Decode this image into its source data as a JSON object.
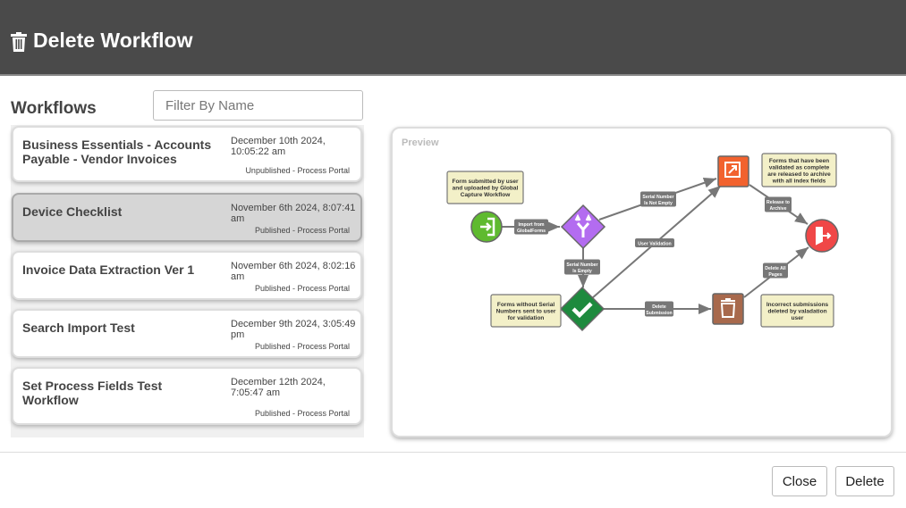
{
  "header": {
    "title": "Delete Workflow",
    "icon": "trash-icon"
  },
  "workflows": {
    "label": "Workflows",
    "filter_placeholder": "Filter By Name",
    "items": [
      {
        "name": "Business Essentials - Accounts Payable - Vendor Invoices",
        "date": "December 10th 2024, 10:05:22 am",
        "status": "Unpublished - Process Portal",
        "selected": false
      },
      {
        "name": "Device Checklist",
        "date": "November 6th 2024, 8:07:41 am",
        "status": "Published - Process Portal",
        "selected": true
      },
      {
        "name": "Invoice Data Extraction Ver 1",
        "date": "November 6th 2024, 8:02:16 am",
        "status": "Published - Process Portal",
        "selected": false
      },
      {
        "name": "Search Import Test",
        "date": "December 9th 2024, 3:05:49 pm",
        "status": "Published - Process Portal",
        "selected": false
      },
      {
        "name": "Set Process Fields Test Workflow",
        "date": "December 12th 2024, 7:05:47 am",
        "status": "Published - Process Portal",
        "selected": false
      }
    ]
  },
  "preview": {
    "label": "Preview",
    "notes": {
      "n1": [
        "Form submitted by user",
        "and uploaded by Global",
        "Capture Workflow"
      ],
      "n2": [
        "Forms without Serial",
        "Numbers sent to user",
        "for validation"
      ],
      "n3": [
        "Forms that have been",
        "validated as complete",
        "are released to archive",
        "with all index fields"
      ],
      "n4": [
        "Incorrect submissions",
        "deleted by valadation",
        "user"
      ]
    },
    "edges": {
      "import": [
        "Import from",
        "GlobalForms"
      ],
      "notempty": [
        "Serial Number",
        "Is Not Empty"
      ],
      "uservalid": [
        "User Validation"
      ],
      "empty": [
        "Serial Number",
        "Is Empty"
      ],
      "delsub": [
        "Delete",
        "Submission"
      ],
      "release": [
        "Release to",
        "Archive"
      ],
      "delall": [
        "Delete All",
        "Pages"
      ]
    },
    "colors": {
      "start": "#5fba2f",
      "split": "#b36cf0",
      "validate": "#1e8a3e",
      "release": "#f2622e",
      "end": "#f04747",
      "delete": "#a8694c",
      "note": "#f3f0c8",
      "edge_label": "#777777"
    }
  },
  "footer": {
    "close": "Close",
    "delete": "Delete"
  }
}
